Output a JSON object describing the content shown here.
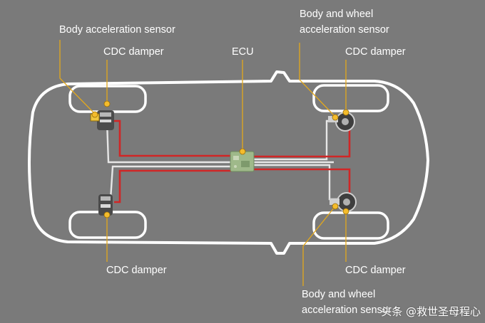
{
  "colors": {
    "background": "#7a7a7a",
    "outline": "#ffffff",
    "red_wire": "#d02626",
    "white_wire": "#e6e6e6",
    "leader": "#e4a91c",
    "ecu_green": "#9fb98a"
  },
  "labels": {
    "body_accel_sensor_front_left": "Body acceleration sensor",
    "cdc_damper_front_left": "CDC damper",
    "ecu": "ECU",
    "body_wheel_accel_front_right_line1": "Body and wheel",
    "body_wheel_accel_front_right_line2": "acceleration sensor",
    "cdc_damper_front_right": "CDC damper",
    "cdc_damper_rear_left": "CDC damper",
    "cdc_damper_rear_right": "CDC damper",
    "body_wheel_accel_rear_right_line1": "Body and wheel",
    "body_wheel_accel_rear_right_line2": "acceleration sensor"
  },
  "watermark": "头条 @救世圣母程心"
}
